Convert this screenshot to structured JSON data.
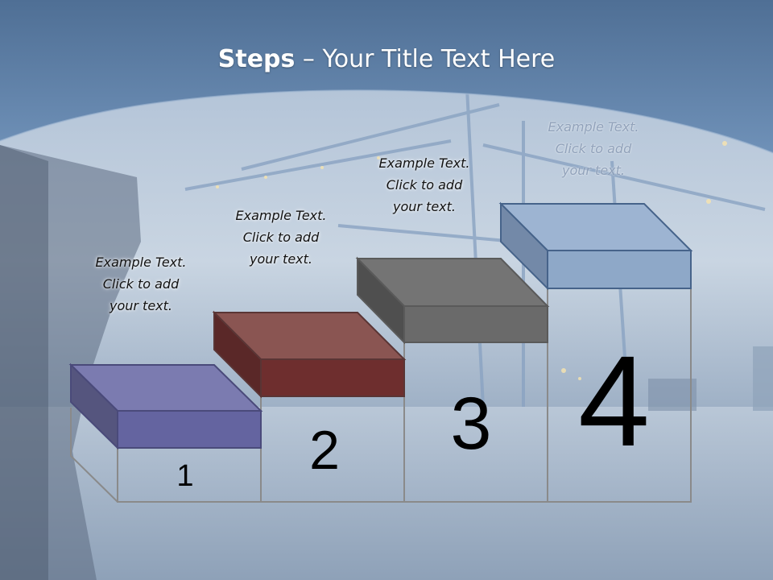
{
  "title": {
    "bold": "Steps",
    "rest": " – Your Title Text Here"
  },
  "steps": [
    {
      "number": "1",
      "text": "Example Text.\nClick  to add\nyour text.",
      "color": "#6464a0"
    },
    {
      "number": "2",
      "text": "Example Text.\nClick  to add\nyour text.",
      "color": "#6e2e2e"
    },
    {
      "number": "3",
      "text": "Example Text.\nClick  to add\nyour text.",
      "color": "#6a6a6a"
    },
    {
      "number": "4",
      "text": "Example Text.\nClick  to add\nyour text.",
      "color": "#9db4d2"
    }
  ],
  "colors": {
    "header": "#5e82aa",
    "outline": "#8a8a8a"
  }
}
